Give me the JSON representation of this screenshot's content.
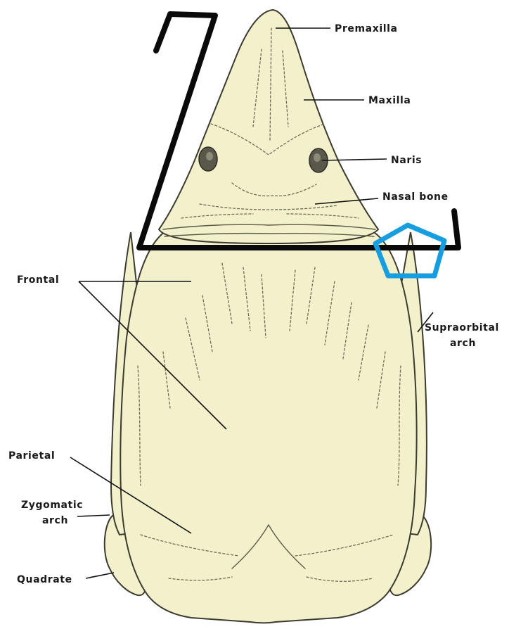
{
  "colors": {
    "bone_fill": "#f3f1cc",
    "bone_stroke": "#3d3b30",
    "annotation_black": "#0a0a0a",
    "annotation_blue": "#169ee0"
  },
  "annotations": {
    "bracket_shape": "black-open-bracket",
    "pentagon_shape": "blue-pentagon"
  },
  "labels": {
    "premaxilla": "Premaxilla",
    "maxilla": "Maxilla",
    "naris": "Naris",
    "nasal_bone": "Nasal bone",
    "frontal": "Frontal",
    "supraorbital_line1": "Supraorbital",
    "supraorbital_line2": "arch",
    "parietal": "Parietal",
    "zygomatic_line1": "Zygomatic",
    "zygomatic_line2": "arch",
    "quadrate": "Quadrate"
  }
}
